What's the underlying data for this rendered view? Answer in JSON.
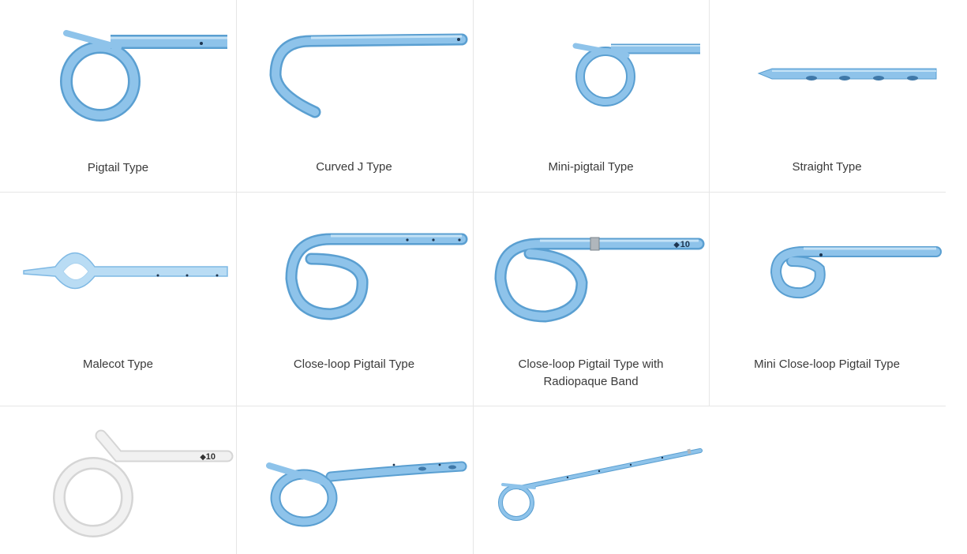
{
  "colors": {
    "catheter": "#7fb9e4",
    "catheter_dark": "#5a9fd1",
    "catheter_light": "#b9dcf4",
    "white_catheter": "#ececec",
    "label": "#3a3a3a",
    "divider": "#e6e6e6"
  },
  "products": [
    {
      "label": "Pigtail Type",
      "icon": "pigtail-catheter"
    },
    {
      "label": "Curved J Type",
      "icon": "curved-j-catheter"
    },
    {
      "label": "Mini-pigtail Type",
      "icon": "mini-pigtail-catheter"
    },
    {
      "label": "Straight Type",
      "icon": "straight-catheter"
    },
    {
      "label": "Malecot Type",
      "icon": "malecot-catheter"
    },
    {
      "label": "Close-loop Pigtail Type",
      "icon": "close-loop-pigtail-catheter"
    },
    {
      "label": "Close-loop Pigtail Type with\nRadiopaque Band",
      "icon": "close-loop-pigtail-band-catheter",
      "band_mark": "10"
    },
    {
      "label": "Mini Close-loop Pigtail Type",
      "icon": "mini-close-loop-pigtail-catheter"
    },
    {
      "label": "",
      "icon": "white-pigtail-catheter",
      "band_mark": "10"
    },
    {
      "label": "",
      "icon": "coiled-pigtail-catheter"
    },
    {
      "label": "",
      "icon": "long-mini-pigtail-catheter"
    }
  ]
}
